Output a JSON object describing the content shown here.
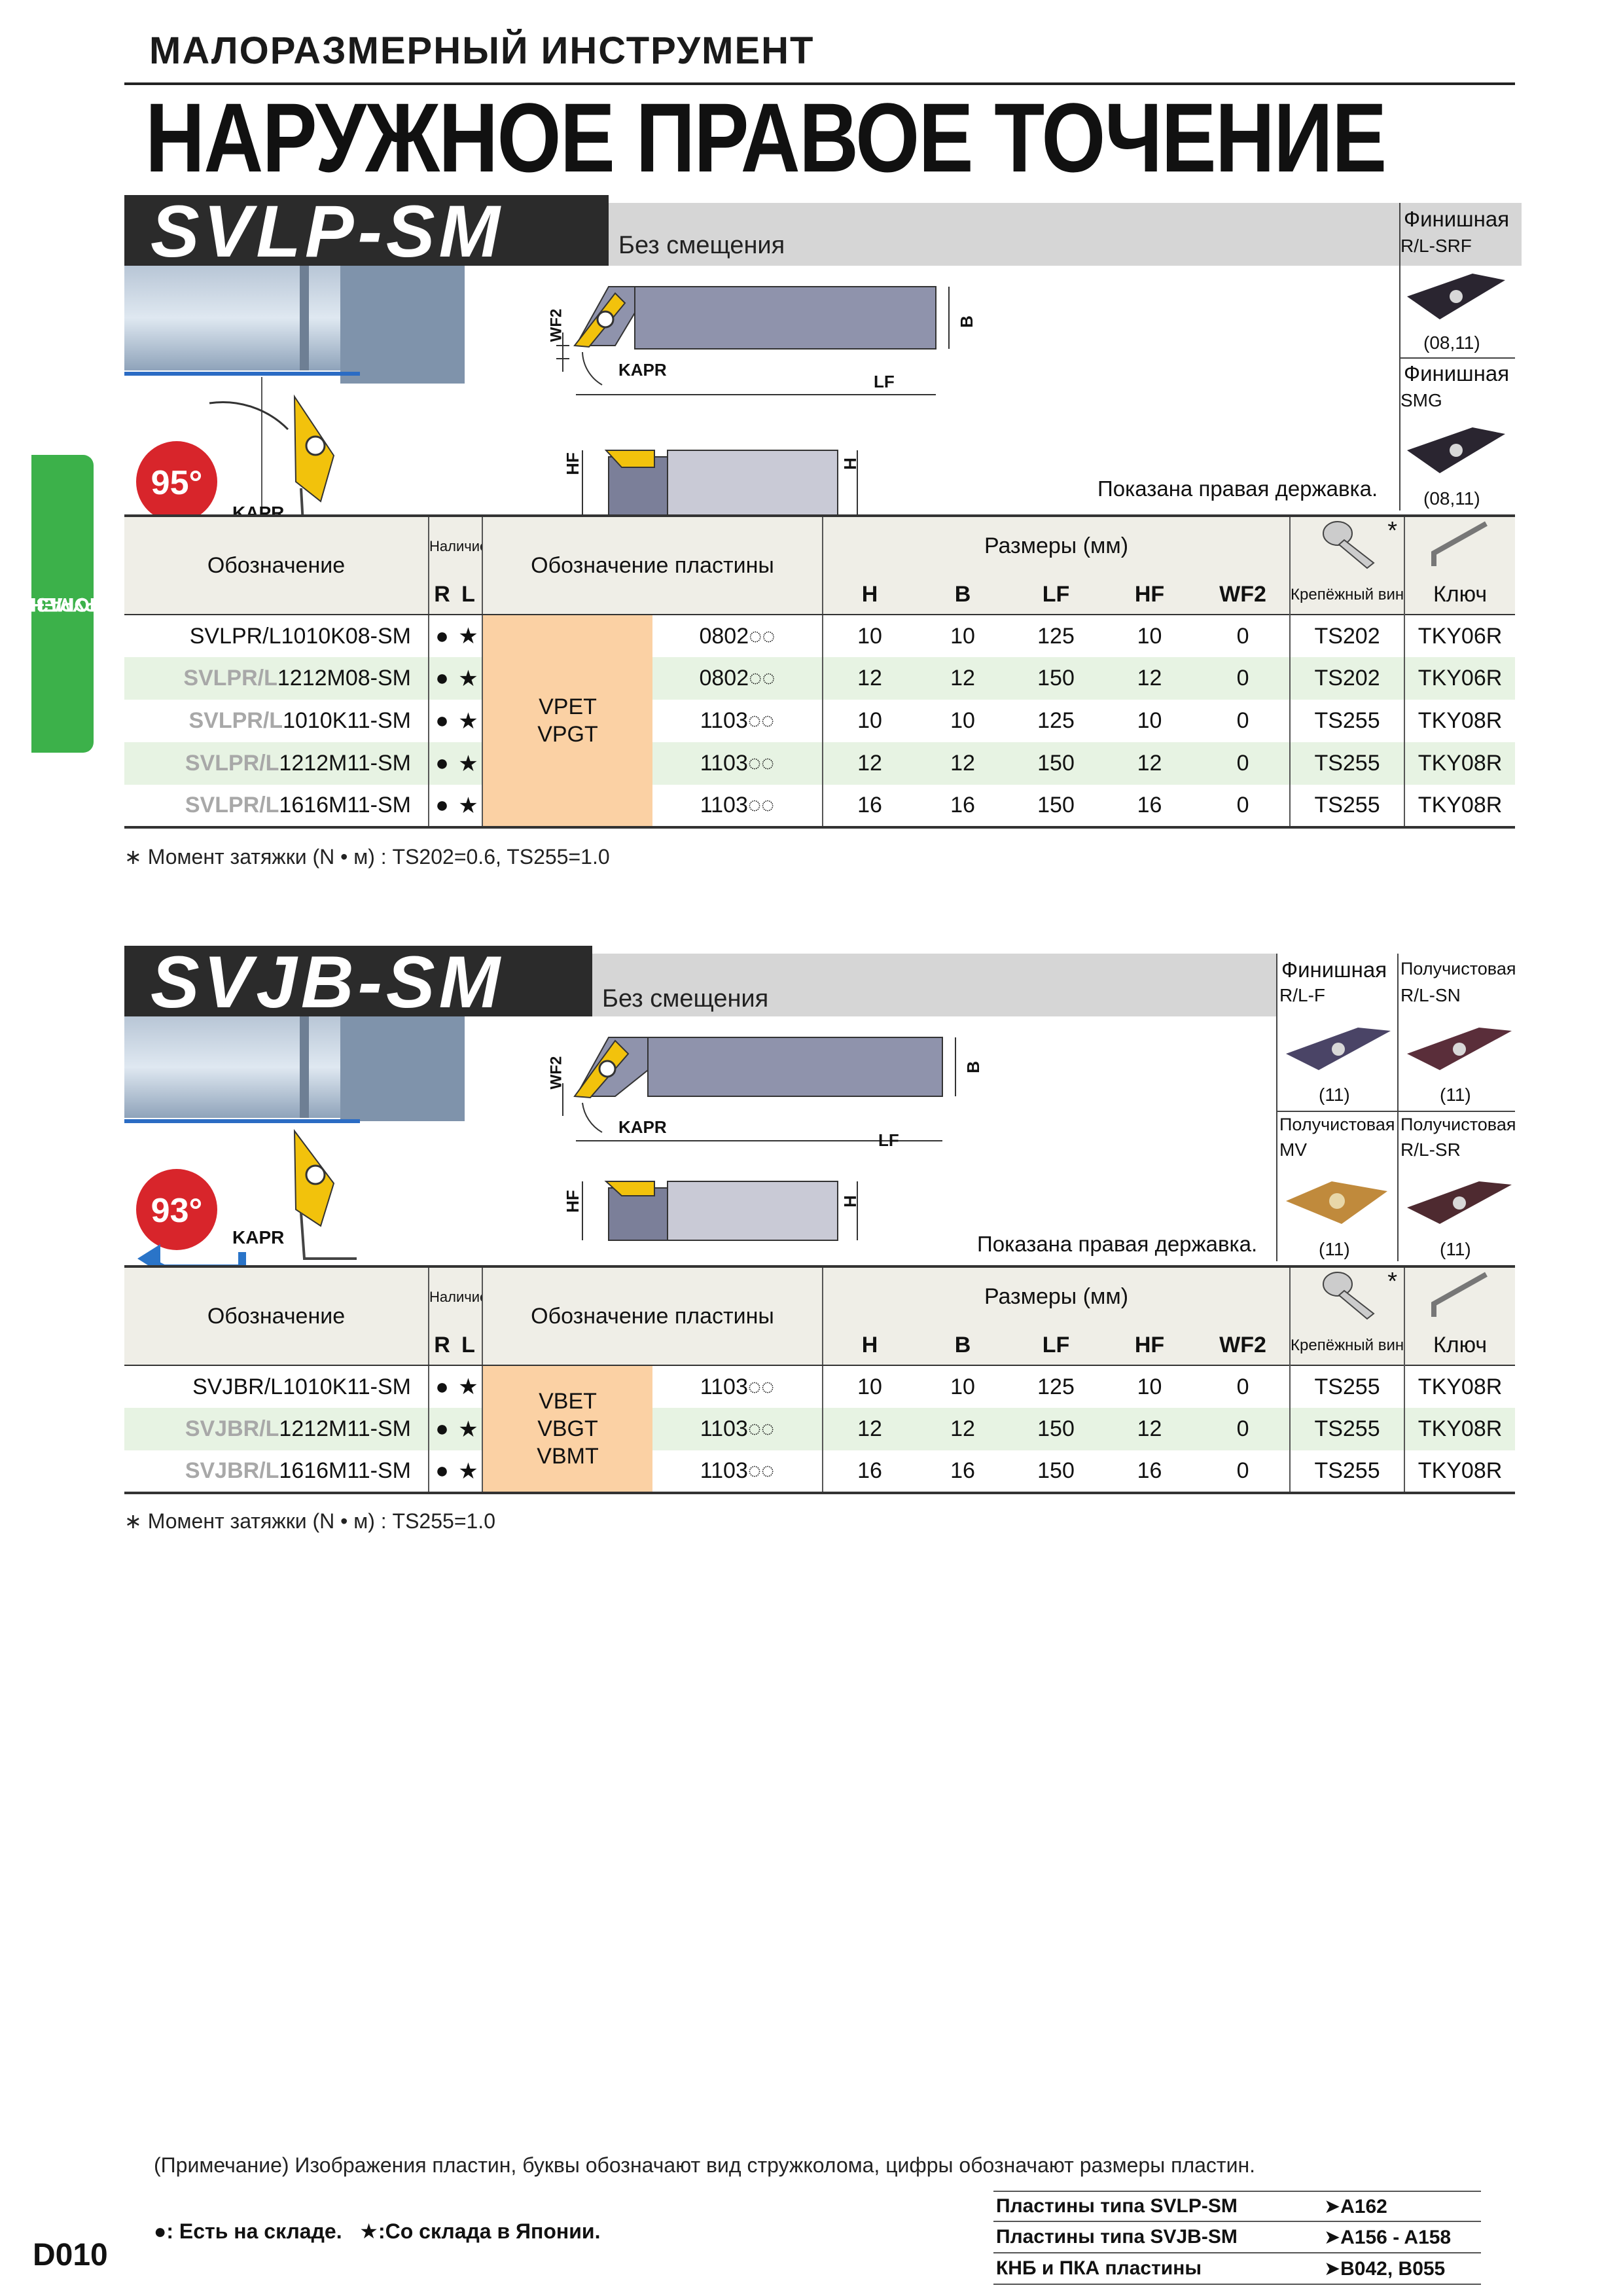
{
  "header": {
    "subtitle": "МАЛОРАЗМЕРНЫЙ ИНСТРУМЕНТ",
    "title": "НАРУЖНОЕ ПРАВОЕ ТОЧЕНИЕ"
  },
  "side_tab": {
    "line1": "МАЛОРАЗМЕРНЫЙ",
    "line2": "ИНСТРУМЕНТ"
  },
  "common": {
    "col_designation": "Обозначение",
    "col_availability": "Наличие",
    "col_R": "R",
    "col_L": "L",
    "col_insert": "Обозначение пластины",
    "col_dims": "Размеры (мм)",
    "col_H": "H",
    "col_B": "B",
    "col_LF": "LF",
    "col_HF": "HF",
    "col_WF2": "WF2",
    "col_screw": "Крепёжный винт",
    "col_key": "Ключ",
    "shown_right": "Показана правая державка.",
    "asterisk": "*",
    "label_WF2": "WF2",
    "label_KAPR": "KAPR",
    "label_LF": "LF",
    "label_B": "B",
    "label_HF": "HF",
    "label_H": "H"
  },
  "svlp": {
    "name": "SVLP-SM",
    "offset": "Без смещения",
    "angle": "95°",
    "inserts": [
      {
        "grade": "Финишная",
        "code": "R/L-SRF",
        "size": "(08,11)",
        "color": "#2a2530"
      },
      {
        "grade": "Финишная",
        "code": "SMG",
        "size": "(08,11)",
        "color": "#2a2530"
      }
    ],
    "insert_types": [
      "VPET",
      "VPGT"
    ],
    "rows": [
      {
        "prefix": "",
        "main": "SVLPR/L1010K08-SM",
        "R": "●",
        "L": "★",
        "ins": "0802◌◌",
        "H": "10",
        "B": "10",
        "LF": "125",
        "HF": "10",
        "WF2": "0",
        "screw": "TS202",
        "key": "TKY06R"
      },
      {
        "prefix": "SVLPR/L",
        "main": "1212M08-SM",
        "R": "●",
        "L": "★",
        "ins": "0802◌◌",
        "H": "12",
        "B": "12",
        "LF": "150",
        "HF": "12",
        "WF2": "0",
        "screw": "TS202",
        "key": "TKY06R"
      },
      {
        "prefix": "SVLPR/L",
        "main": "1010K11-SM",
        "R": "●",
        "L": "★",
        "ins": "1103◌◌",
        "H": "10",
        "B": "10",
        "LF": "125",
        "HF": "10",
        "WF2": "0",
        "screw": "TS255",
        "key": "TKY08R"
      },
      {
        "prefix": "SVLPR/L",
        "main": "1212M11-SM",
        "R": "●",
        "L": "★",
        "ins": "1103◌◌",
        "H": "12",
        "B": "12",
        "LF": "150",
        "HF": "12",
        "WF2": "0",
        "screw": "TS255",
        "key": "TKY08R"
      },
      {
        "prefix": "SVLPR/L",
        "main": "1616M11-SM",
        "R": "●",
        "L": "★",
        "ins": "1103◌◌",
        "H": "16",
        "B": "16",
        "LF": "150",
        "HF": "16",
        "WF2": "0",
        "screw": "TS255",
        "key": "TKY08R"
      }
    ],
    "note": "∗ Момент затяжки (N • м) : TS202=0.6, TS255=1.0"
  },
  "svjb": {
    "name": "SVJB-SM",
    "offset": "Без смещения",
    "angle": "93°",
    "inserts": [
      {
        "grade": "Финишная",
        "code": "R/L-F",
        "size": "(11)",
        "color": "#4a4466"
      },
      {
        "grade": "Получистовая",
        "code": "R/L-SN",
        "size": "(11)",
        "color": "#5a2e3a"
      },
      {
        "grade": "Получистовая",
        "code": "MV",
        "size": "(11)",
        "color": "#c08a3c"
      },
      {
        "grade": "Получистовая",
        "code": "R/L-SR",
        "size": "(11)",
        "color": "#4e2a30"
      }
    ],
    "insert_types": [
      "VBET",
      "VBGT",
      "VBMT"
    ],
    "rows": [
      {
        "prefix": "",
        "main": "SVJBR/L1010K11-SM",
        "R": "●",
        "L": "★",
        "ins": "1103◌◌",
        "H": "10",
        "B": "10",
        "LF": "125",
        "HF": "10",
        "WF2": "0",
        "screw": "TS255",
        "key": "TKY08R"
      },
      {
        "prefix": "SVJBR/L",
        "main": "1212M11-SM",
        "R": "●",
        "L": "★",
        "ins": "1103◌◌",
        "H": "12",
        "B": "12",
        "LF": "150",
        "HF": "12",
        "WF2": "0",
        "screw": "TS255",
        "key": "TKY08R"
      },
      {
        "prefix": "SVJBR/L",
        "main": "1616M11-SM",
        "R": "●",
        "L": "★",
        "ins": "1103◌◌",
        "H": "16",
        "B": "16",
        "LF": "150",
        "HF": "16",
        "WF2": "0",
        "screw": "TS255",
        "key": "TKY08R"
      }
    ],
    "note": "∗ Момент затяжки (N • м) : TS255=1.0"
  },
  "footer": {
    "remark": "(Примечание) Изображения пластин, буквы обозначают вид стружколома, цифры обозначают размеры пластин.",
    "legend": "●: Есть на складе.   ★:Со склада в Японии.",
    "refs": [
      {
        "label": "Пластины типа SVLP-SM",
        "page": "➤A162"
      },
      {
        "label": "Пластины типа SVJB-SM",
        "page": "➤A156 - A158"
      },
      {
        "label": "КНБ и ПКА пластины",
        "page": "➤B042, B055"
      }
    ],
    "page_number": "D010"
  }
}
